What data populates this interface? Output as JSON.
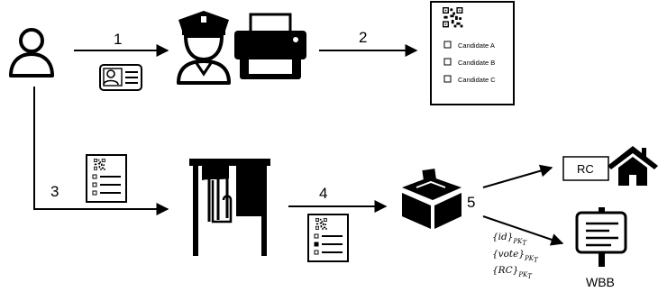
{
  "steps": [
    "1",
    "2",
    "3",
    "4",
    "5"
  ],
  "ballot": {
    "candidates": [
      "Candidate A",
      "Candidate B",
      "Candidate C"
    ]
  },
  "receipt_label": "RC",
  "board_label": "WBB",
  "encrypted": {
    "items": [
      "{id}",
      "{vote}",
      "{RC}"
    ],
    "subscript": "PK",
    "subscript_index": "T"
  },
  "icons": [
    "voter-icon",
    "id-card-icon",
    "police-officer-icon",
    "printer-icon",
    "qr-code-icon",
    "voting-booth-icon",
    "ballot-box-icon",
    "house-icon",
    "bulletin-board-icon"
  ]
}
